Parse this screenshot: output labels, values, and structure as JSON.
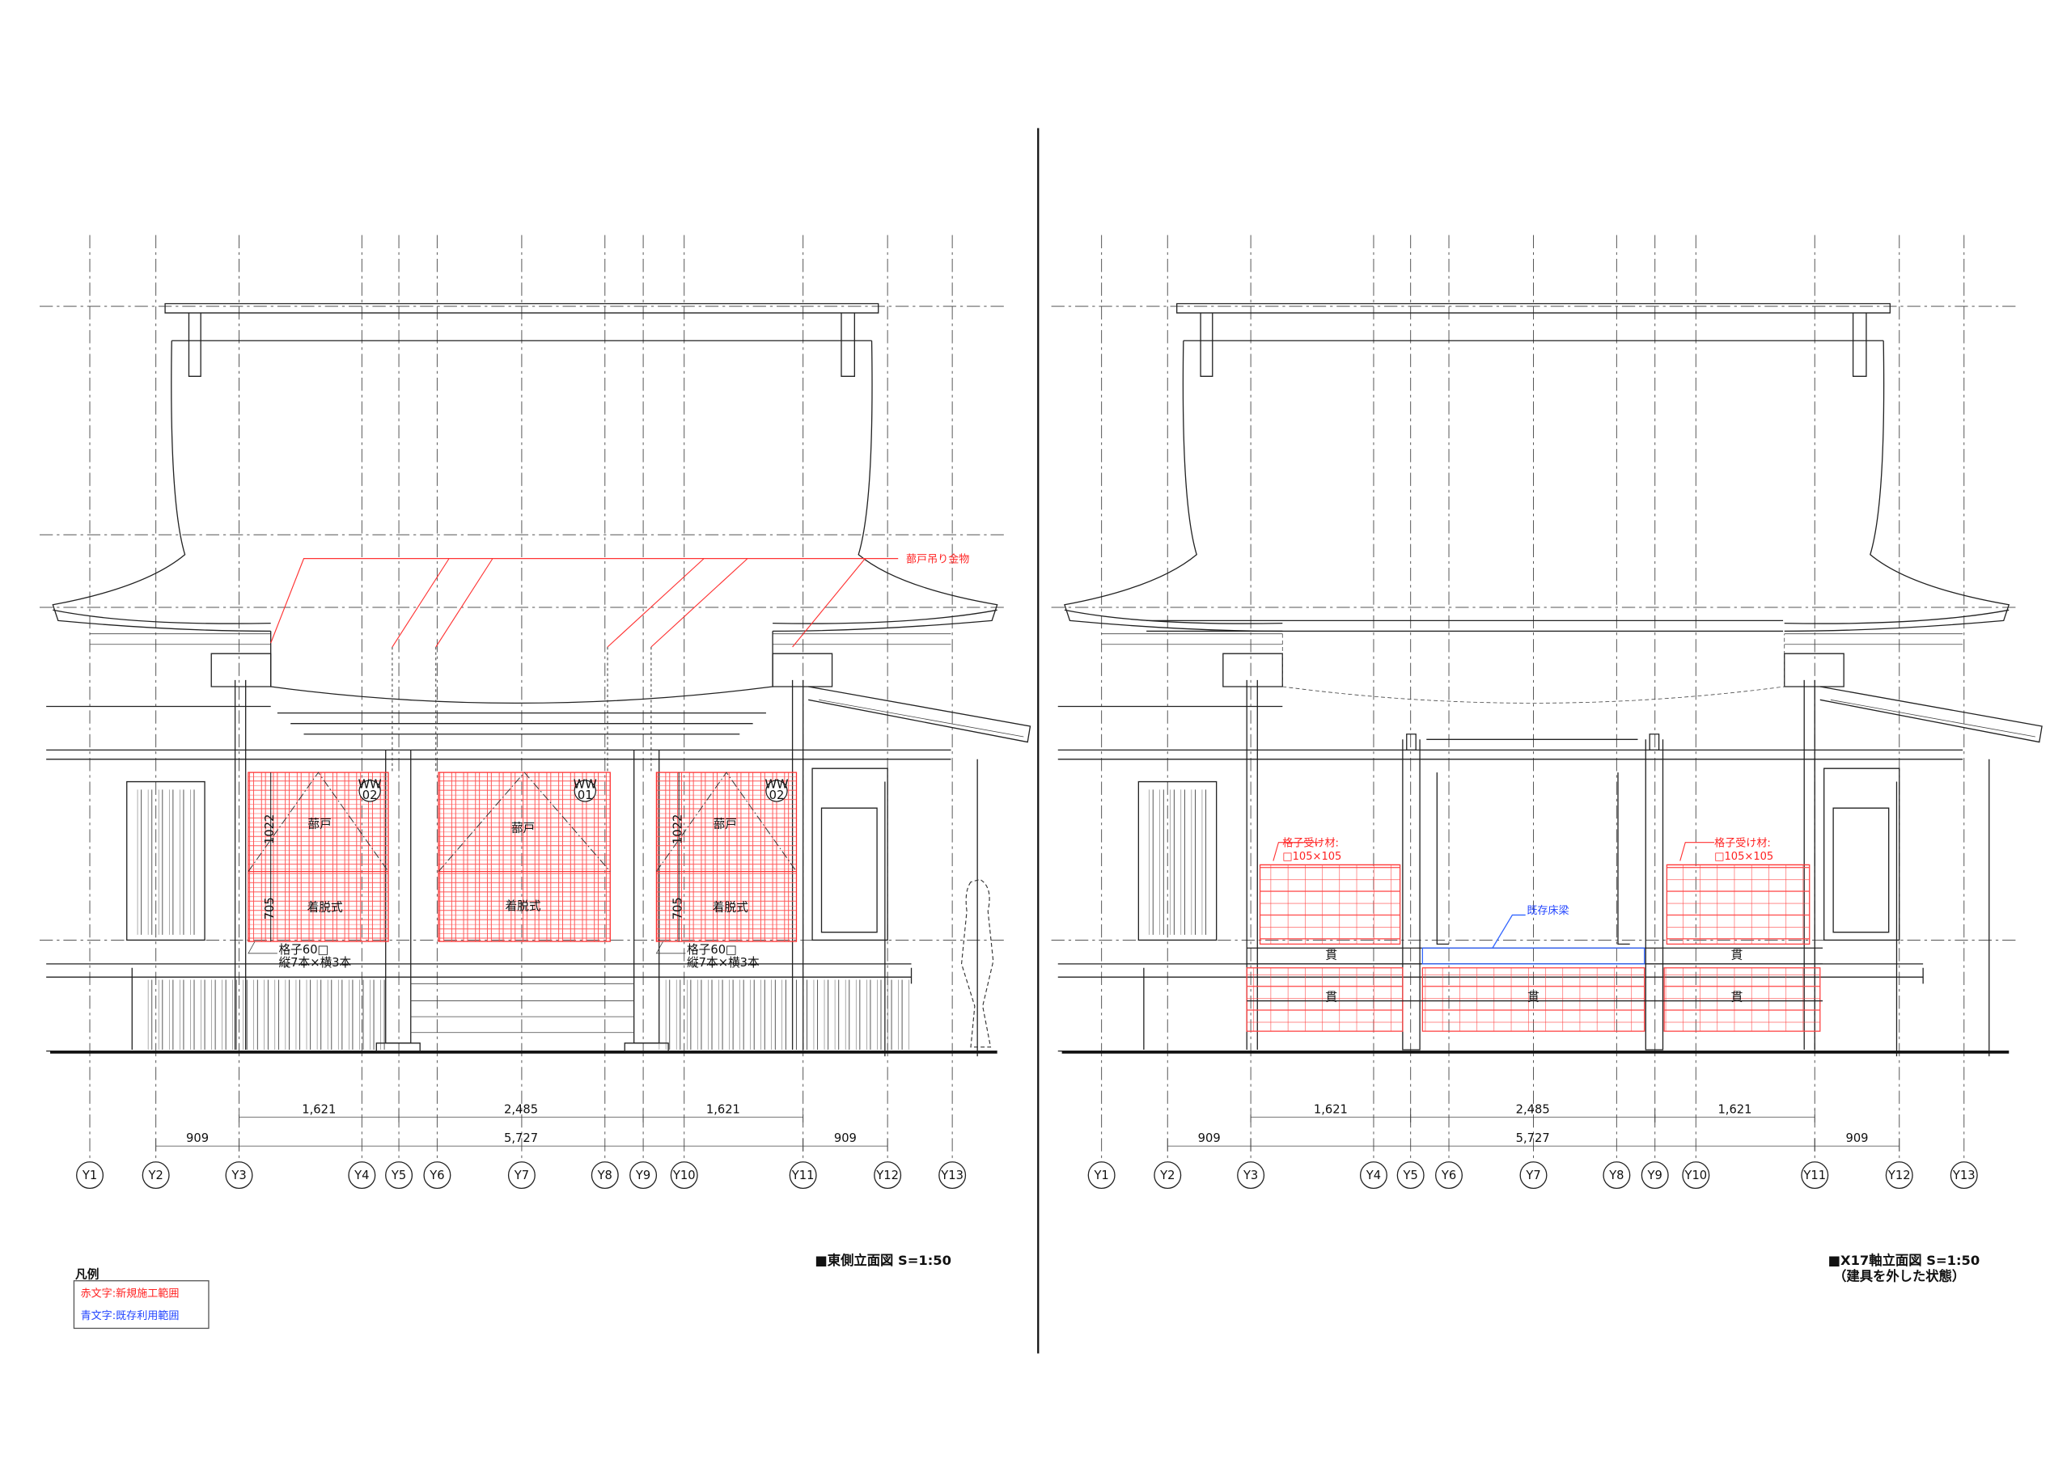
{
  "axes": [
    "Y1",
    "Y2",
    "Y3",
    "Y4",
    "Y5",
    "Y6",
    "Y7",
    "Y8",
    "Y9",
    "Y10",
    "Y11",
    "Y12",
    "Y13"
  ],
  "dimensions": {
    "upper": [
      "1,621",
      "2,485",
      "1,621"
    ],
    "lower": [
      "909",
      "5,727",
      "909"
    ]
  },
  "left_drawing": {
    "title": "■東側立面図 S=1:50",
    "hanger_label": "蔀戸吊り金物",
    "panels": [
      {
        "tag_top": "WW",
        "tag_bottom": "02",
        "upper": "蔀戸",
        "lower": "着脱式",
        "dim_upper": "1022",
        "dim_lower": "705"
      },
      {
        "tag_top": "WW",
        "tag_bottom": "01",
        "upper": "蔀戸",
        "lower": "着脱式"
      },
      {
        "tag_top": "WW",
        "tag_bottom": "02",
        "upper": "蔀戸",
        "lower": "着脱式",
        "dim_upper": "1022",
        "dim_lower": "705"
      }
    ],
    "lattice_note_1": "格子60□",
    "lattice_note_2": "縦7本×横3本"
  },
  "right_drawing": {
    "title": "■X17軸立面図 S=1:50",
    "subtitle": "（建具を外した状態）",
    "receiver_label_1": "格子受け材:",
    "receiver_label_2": "□105×105",
    "existing_beam_label": "既存床梁",
    "nuki_label": "貫"
  },
  "legend": {
    "heading": "凡例",
    "red_item": "赤文字:新規施工範囲",
    "blue_item": "青文字:既存利用範囲",
    "red_color": "#ff2020",
    "blue_color": "#2040ff"
  }
}
